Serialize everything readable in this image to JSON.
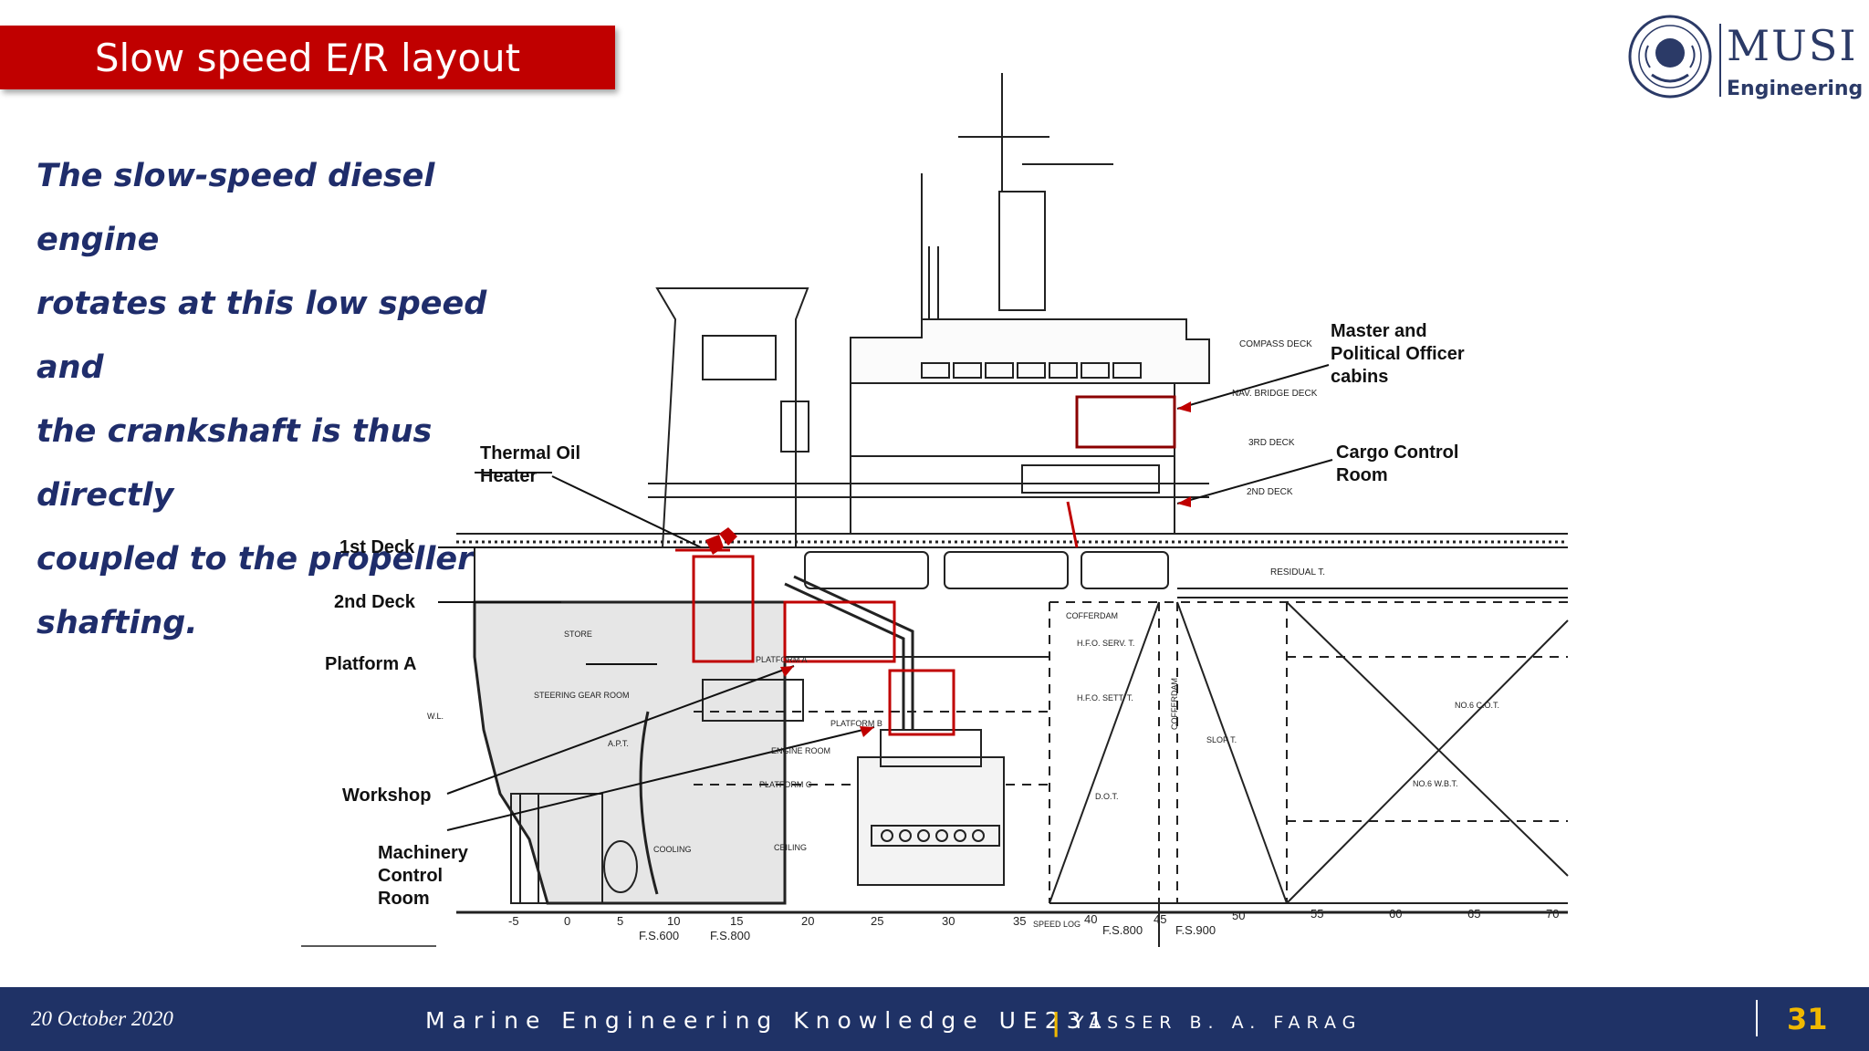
{
  "slide": {
    "title": "Slow speed E/R layout",
    "body_lines": [
      "The slow-speed diesel engine",
      "rotates at this low speed and",
      "the crankshaft is thus directly",
      "coupled to the propeller",
      "shafting."
    ]
  },
  "logo": {
    "name": "MUSI",
    "subtitle": "Engineering",
    "icon": "university-emblem-icon"
  },
  "diagram": {
    "callouts": {
      "thermal_oil_heater": [
        "Thermal Oil",
        "Heater"
      ],
      "first_deck": "1st Deck",
      "second_deck": "2nd Deck",
      "platform_a": "Platform A",
      "workshop": "Workshop",
      "machinery_control_room": [
        "Machinery",
        "Control",
        "Room"
      ],
      "master_cabins": [
        "Master and",
        "Political Officer",
        "cabins"
      ],
      "cargo_control_room": [
        "Cargo Control",
        "Room"
      ]
    },
    "deck_labels": {
      "compass_deck": "COMPASS DECK",
      "nav_bridge_deck": "NAV. BRIDGE DECK",
      "third_deck": "3RD DECK",
      "second_deck_small": "2ND DECK",
      "residual": "RESIDUAL T."
    },
    "compartment_labels": {
      "store": "STORE",
      "steering_gear_room": "STEERING GEAR ROOM",
      "apt": "A.P.T.",
      "engine_room": "ENGINE ROOM",
      "platform_a_small": "PLATFORM A",
      "platform_b_small": "PLATFORM B",
      "platform_c_small": "PLATFORM C",
      "ceiling": "CEILING",
      "cooling": "COOLING",
      "cofferdam": "COFFERDAM",
      "hfo_serv": "H.F.O. SERV. T.",
      "hfo_sett": "H.F.O. SETT. T.",
      "do_t": "D.O.T.",
      "slop_t": "SLOP T.",
      "cofferdam_v": "COFFERDAM",
      "cot6": "NO.6 C.O.T.",
      "wbt6": "NO.6 W.B.T.",
      "speed_log": "SPEED LOG",
      "wl": "W.L."
    },
    "frame_numbers": [
      "-5",
      "0",
      "5",
      "10",
      "15",
      "20",
      "25",
      "30",
      "35",
      "40",
      "45",
      "50",
      "55",
      "60",
      "65",
      "70"
    ],
    "frame_spacing": [
      "F.S.600",
      "F.S.800",
      "F.S.800",
      "F.S.900"
    ],
    "accent_color": "#c00000"
  },
  "footer": {
    "date": "20 October 2020",
    "course": "Marine Engineering Knowledge UE231",
    "separator": "|",
    "author": "YASSER B. A. FARAG",
    "page": "31"
  },
  "colors": {
    "banner": "#c00000",
    "text": "#1f2d6b",
    "footer": "#1f3266",
    "page_number": "#f0b800"
  }
}
